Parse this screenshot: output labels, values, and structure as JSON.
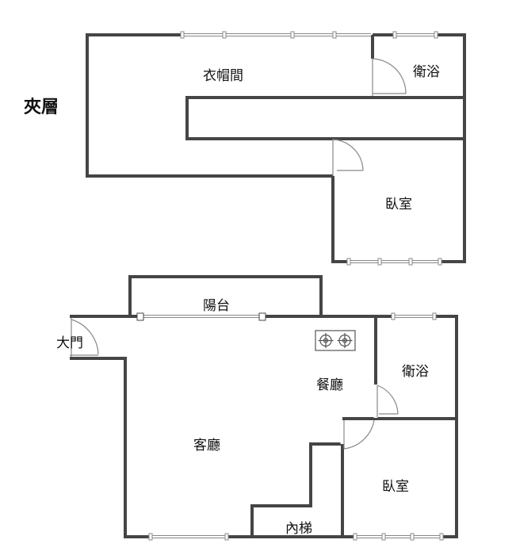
{
  "section_title": "夾層",
  "upper_floor": {
    "rooms": [
      {
        "id": "closet",
        "label": "衣帽間"
      },
      {
        "id": "bath",
        "label": "衛浴"
      },
      {
        "id": "bedroom",
        "label": "臥室"
      }
    ]
  },
  "lower_floor": {
    "rooms": [
      {
        "id": "balcony",
        "label": "陽台"
      },
      {
        "id": "main-door",
        "label": "大門"
      },
      {
        "id": "bath",
        "label": "衛浴"
      },
      {
        "id": "dining",
        "label": "餐廳"
      },
      {
        "id": "living",
        "label": "客廳"
      },
      {
        "id": "bedroom",
        "label": "臥室"
      },
      {
        "id": "stairs",
        "label": "內梯"
      }
    ]
  },
  "colors": {
    "wall": "#454545",
    "thin_line": "#888888",
    "text": "#111111"
  }
}
